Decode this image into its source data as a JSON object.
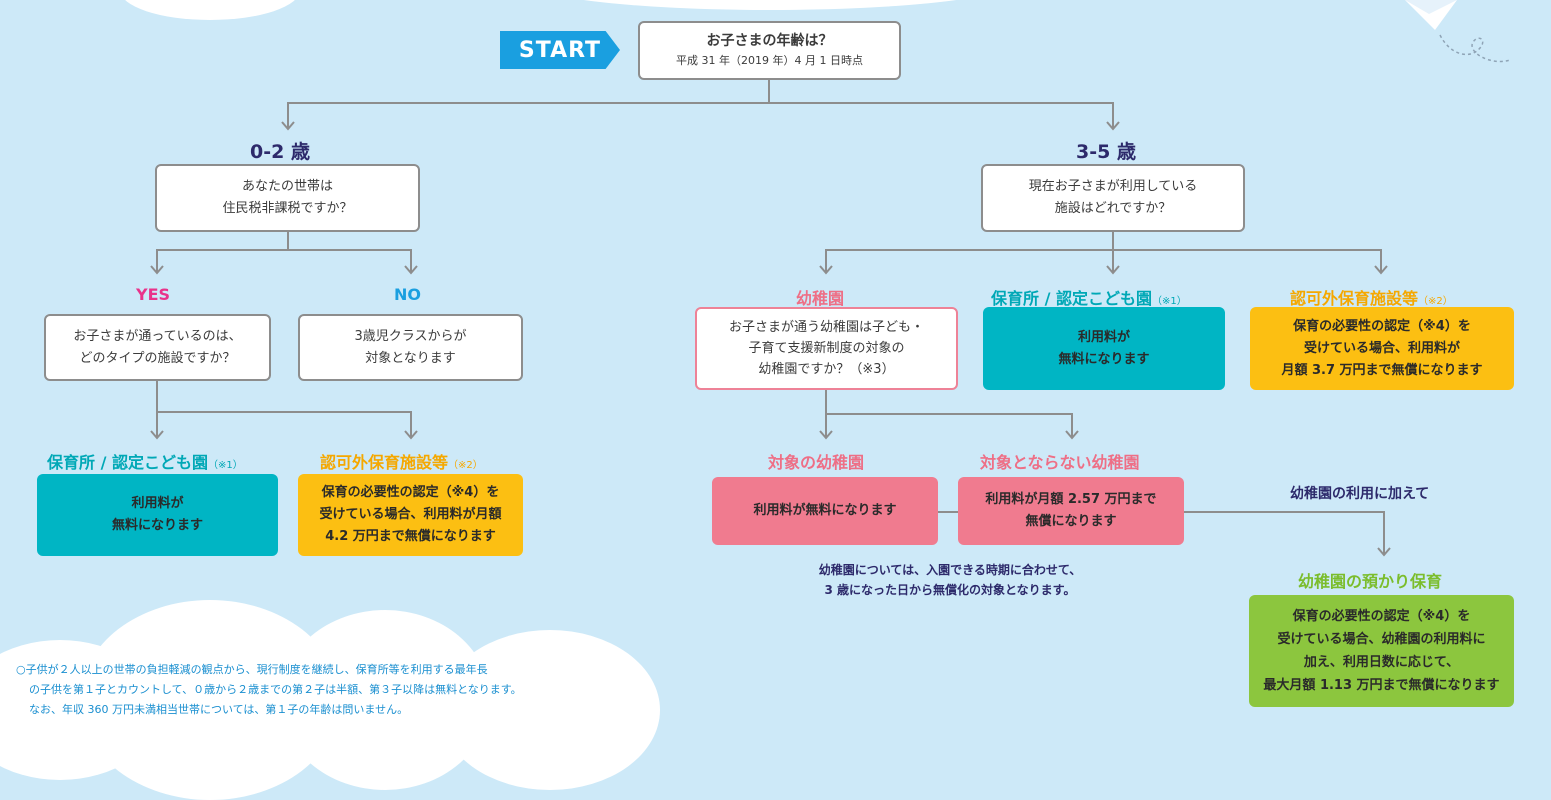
{
  "start_label": "START",
  "root": {
    "title": "お子さまの年齢は？",
    "subtitle": "平成 31 年（2019 年）4 月 1 日時点"
  },
  "age_0_2": "0-2 歳",
  "age_3_5": "3-5 歳",
  "left": {
    "question": [
      "あなたの世帯は",
      "住民税非課税ですか？"
    ],
    "yes_label": "YES",
    "no_label": "NO",
    "yes_question": [
      "お子さまが通っているのは、",
      "どのタイプの施設ですか？"
    ],
    "no_result": [
      "3歳児クラスからが",
      "対象となります"
    ],
    "hoikusho_label": "保育所 / 認定こども園",
    "hoikusho_note": "（※1）",
    "hoikusho_result": [
      "利用料が",
      "無料になります"
    ],
    "ninkagai_label": "認可外保育施設等",
    "ninkagai_note": "（※2）",
    "ninkagai_result": [
      "保育の必要性の認定（※4）を",
      "受けている場合、利用料が月額",
      "4.2 万円まで無償になります"
    ]
  },
  "right": {
    "question": [
      "現在お子さまが利用している",
      "施設はどれですか？"
    ],
    "youchien_label": "幼稚園",
    "youchien_question": [
      "お子さまが通う幼稚園は子ども・",
      "子育て支援新制度の対象の",
      "幼稚園ですか？（※3）"
    ],
    "hoikusho_label": "保育所 / 認定こども園",
    "hoikusho_note": "（※1）",
    "hoikusho_result": [
      "利用料が",
      "無料になります"
    ],
    "ninkagai_label": "認可外保育施設等",
    "ninkagai_note": "（※2）",
    "ninkagai_result": [
      "保育の必要性の認定（※4）を",
      "受けている場合、利用料が",
      "月額 3.7 万円まで無償になります"
    ],
    "taisho_label": "対象の幼稚園",
    "taisho_result": "利用料が無料になります",
    "hitaisho_label": "対象とならない幼稚園",
    "hitaisho_result": [
      "利用料が月額 2.57 万円まで",
      "無償になります"
    ],
    "youchien_note": [
      "幼稚園については、入園できる時期に合わせて、",
      "3 歳になった日から無償化の対象となります。"
    ],
    "kuwaete_label": "幼稚園の利用に加えて",
    "azukari_label": "幼稚園の預かり保育",
    "azukari_result": [
      "保育の必要性の認定（※4）を",
      "受けている場合、幼稚園の利用料に",
      "加え、利用日数に応じて、",
      "最大月額 1.13 万円まで無償になります"
    ]
  },
  "footnote": [
    "○子供が２人以上の世帯の負担軽減の観点から、現行制度を継続し、保育所等を利用する最年長",
    "の子供を第１子とカウントして、０歳から２歳までの第２子は半額、第３子以降は無料となります。",
    "なお、年収 360 万円未満相当世帯については、第１子の年齢は問いません。"
  ]
}
